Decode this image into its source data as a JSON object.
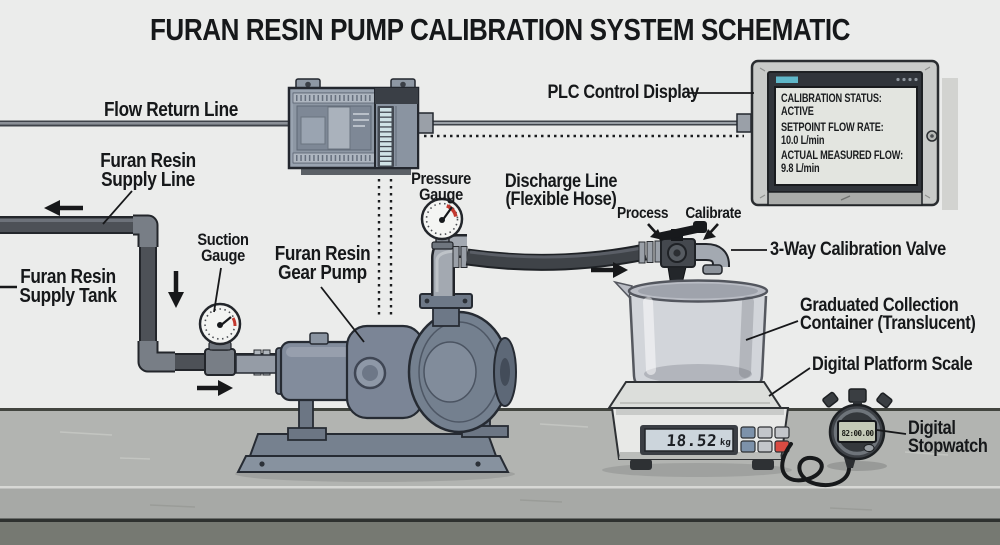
{
  "title": "FURAN RESIN PUMP CALIBRATION SYSTEM SCHEMATIC",
  "labels": {
    "flow_return_line": "Flow Return Line",
    "supply_line_1": "Furan Resin",
    "supply_line_2": "Supply Line",
    "supply_tank_1": "Furan Resin",
    "supply_tank_2": "Supply Tank",
    "suction_gauge_1": "Suction",
    "suction_gauge_2": "Gauge",
    "gear_pump_1": "Furan Resin",
    "gear_pump_2": "Gear Pump",
    "pressure_gauge_1": "Pressure",
    "pressure_gauge_2": "Gauge",
    "discharge_line_1": "Discharge Line",
    "discharge_line_2": "(Flexible Hose)",
    "process": "Process",
    "calibrate": "Calibrate",
    "three_way_valve": "3-Way Calibration Valve",
    "plc_control_display": "PLC Control Display",
    "container_1": "Graduated Collection",
    "container_2": "Container (Translucent)",
    "platform_scale": "Digital Platform Scale",
    "stopwatch_1": "Digital",
    "stopwatch_2": "Stopwatch"
  },
  "plc_display": {
    "status_label": "CALIBRATION STATUS:",
    "status_value": "ACTIVE",
    "setpoint_label": "SETPOINT FLOW RATE:",
    "setpoint_value": "10.0 L/min",
    "actual_label": "ACTUAL MEASURED FLOW:",
    "actual_value": "9.8 L/min"
  },
  "scale": {
    "reading": "18.52",
    "unit": "kg"
  },
  "stopwatch": {
    "reading": "82:00.00"
  },
  "colors": {
    "wall": "#ebeceb",
    "bench_top": "#b2b4b1",
    "bench_front": "#a7a9a6",
    "floor_dark": "#767972",
    "pipe_dark": "#4d5157",
    "pipe_silver": "#a3a9b1",
    "pump_body": "#7b8596",
    "plc_body": "#99a3b0",
    "led_cell": "#cfe2e6",
    "screen": "#e3e5e0",
    "teal_chip": "#5fb7c9",
    "lcd_blue": "#ccd5dc",
    "lcd_green": "#c3c9b6",
    "button_blue": "#7d92aa",
    "button_red": "#d94b42",
    "gauge_red_arc": "#c3392f",
    "ink": "#16181a"
  }
}
